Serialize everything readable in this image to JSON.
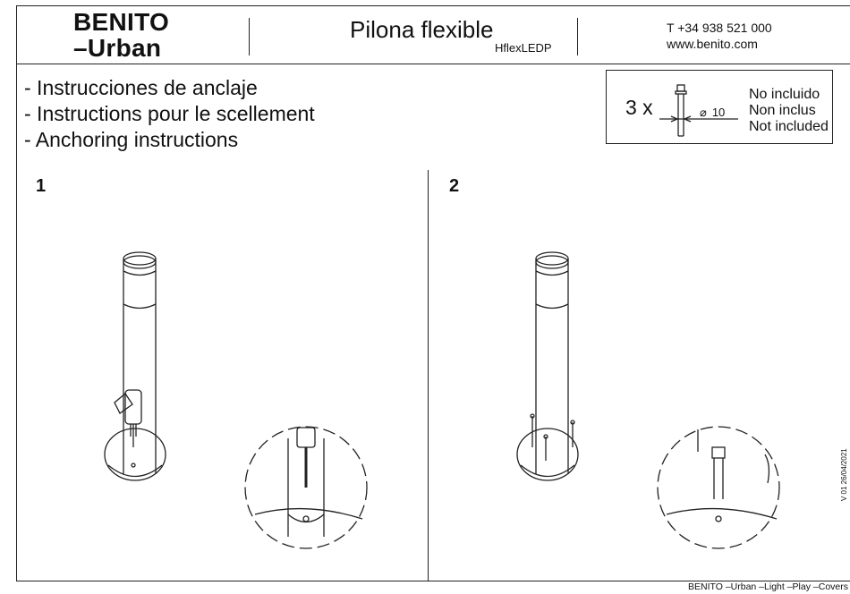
{
  "header": {
    "brand_line1": "BENITO",
    "brand_line2": "–Urban",
    "product_title": "Pilona flexible",
    "product_code": "HflexLEDP",
    "phone": "T +34 938 521 000",
    "website": "www.benito.com"
  },
  "instructions": [
    "- Instrucciones de anclaje",
    "- Instructions pour le scellement",
    "- Anchoring instructions"
  ],
  "hardware_box": {
    "quantity": "3 x",
    "diameter_symbol": "⌀",
    "diameter_value": "10",
    "notes": [
      "No incluido",
      "Non inclus",
      "Not included"
    ]
  },
  "steps": [
    {
      "number": "1",
      "icon": "bollard-with-drill-icon"
    },
    {
      "number": "2",
      "icon": "bollard-with-anchor-bolts-icon"
    }
  ],
  "footer": {
    "brands": "BENITO –Urban –Light –Play –Covers",
    "version": "V 01 26/04/2021"
  }
}
